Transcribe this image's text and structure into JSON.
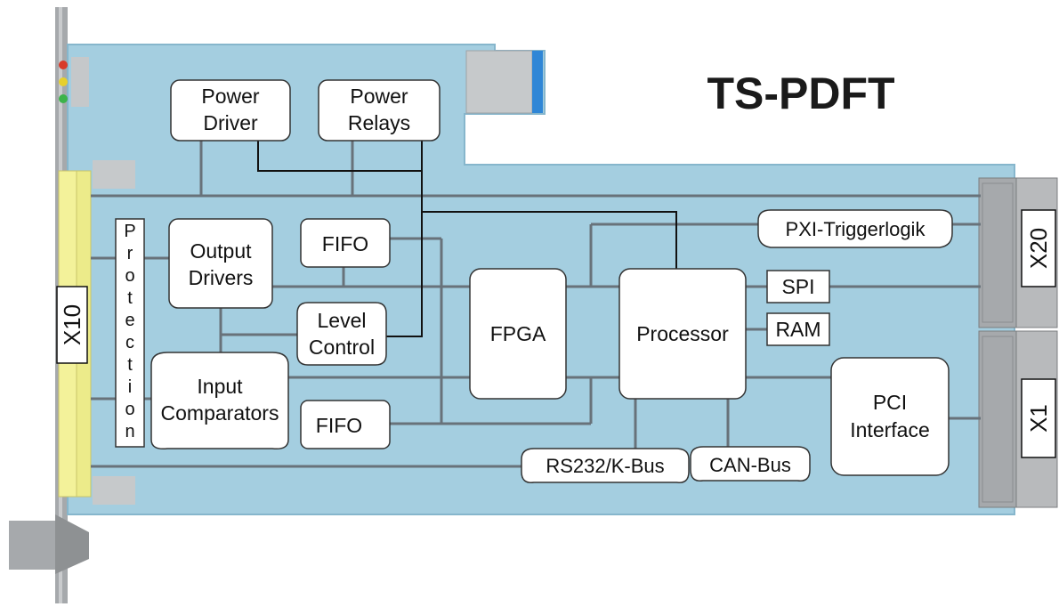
{
  "title": "TS-PDFT",
  "colors": {
    "board": "#a4cee0",
    "board_edge": "#86b6cc",
    "panel": "#a6a9ac",
    "panel_dark": "#7b7e80",
    "connector_strip": "#f3f29a",
    "bus": "#68727a",
    "box_fill": "#ffffff",
    "box_stroke": "#333333",
    "led_red": "#d83a2a",
    "led_yellow": "#e6cf2c",
    "led_green": "#3db34a",
    "tab_blue": "#2f86d6"
  },
  "blocks": {
    "power_driver": [
      "Power",
      "Driver"
    ],
    "power_relays": [
      "Power",
      "Relays"
    ],
    "output_drivers": [
      "Output",
      "Drivers"
    ],
    "fifo_top": "FIFO",
    "level_control": [
      "Level",
      "Control"
    ],
    "input_comparators": [
      "Input",
      "Comparators"
    ],
    "fifo_bottom": "FIFO",
    "fpga": "FPGA",
    "processor": "Processor",
    "pxi_triggerlogik": "PXI-Triggerlogik",
    "spi": "SPI",
    "ram": "RAM",
    "pci_interface": [
      "PCI",
      "Interface"
    ],
    "rs232_kbus": "RS232/K-Bus",
    "can_bus": "CAN-Bus",
    "protection_letters": [
      "P",
      "r",
      "o",
      "t",
      "e",
      "c",
      "t",
      "i",
      "o",
      "n"
    ]
  },
  "connectors": {
    "x10": "X10",
    "x20": "X20",
    "x1": "X1"
  }
}
